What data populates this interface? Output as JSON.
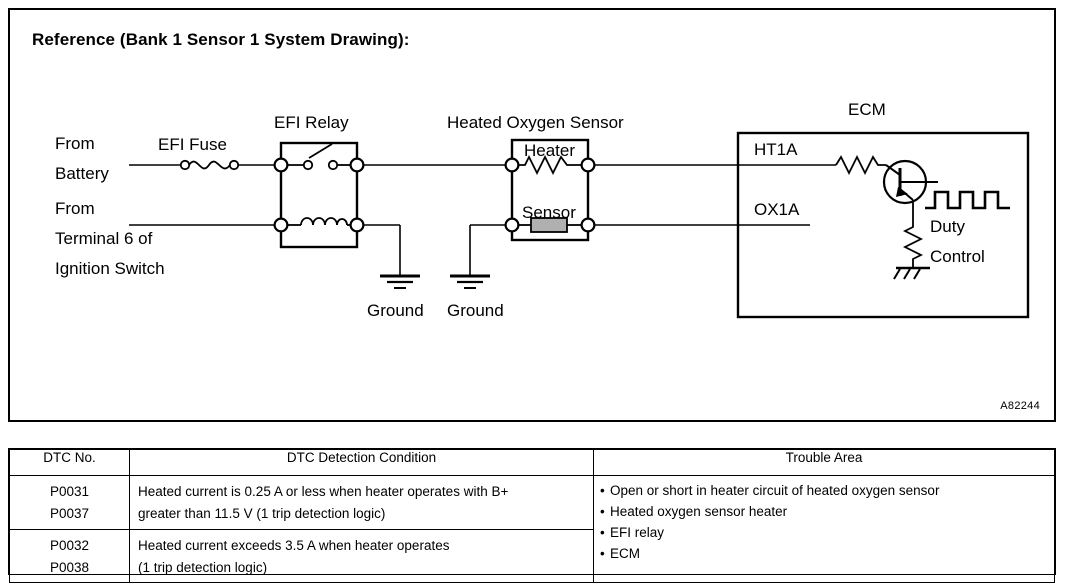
{
  "panel": {
    "title": "Reference (Bank 1 Sensor 1 System Drawing):",
    "figure_code": "A82244"
  },
  "diagram": {
    "labels": {
      "from_battery_line1": "From",
      "from_battery_line2": "Battery",
      "efi_fuse": "EFI Fuse",
      "efi_relay": "EFI Relay",
      "from_ignition_line1": "From",
      "from_ignition_line2": "Terminal 6 of",
      "from_ignition_line3": "Ignition Switch",
      "heated_oxygen_sensor": "Heated Oxygen Sensor",
      "heater": "Heater",
      "sensor": "Sensor",
      "ground_left": "Ground",
      "ground_right": "Ground",
      "ecm": "ECM",
      "ht1a": "HT1A",
      "ox1a": "OX1A",
      "duty_line1": "Duty",
      "duty_line2": "Control"
    },
    "components": [
      "efi-fuse-symbol",
      "efi-relay-box",
      "relay-switch-contact",
      "relay-coil",
      "heated-oxygen-sensor-box",
      "heater-resistor",
      "sensor-element",
      "ground-symbol-relay",
      "ground-symbol-sensor",
      "ecm-box",
      "ecm-resistor",
      "ecm-transistor",
      "ecm-pulldown-resistor",
      "ecm-chassis-ground",
      "duty-control-waveform"
    ]
  },
  "table": {
    "headers": {
      "dtc_no": "DTC No.",
      "detection_condition": "DTC Detection Condition",
      "trouble_area": "Trouble Area"
    },
    "rows": [
      {
        "dtc_codes": [
          "P0031",
          "P0037"
        ],
        "condition_lines": [
          "Heated current is 0.25 A or less when heater operates with B+",
          "greater than 11.5 V (1 trip detection logic)"
        ]
      },
      {
        "dtc_codes": [
          "P0032",
          "P0038"
        ],
        "condition_lines": [
          "Heated current exceeds 3.5 A when heater operates",
          "(1 trip detection logic)"
        ]
      }
    ],
    "trouble_area_items": [
      "Open or short in heater circuit of heated oxygen sensor",
      "Heated oxygen sensor heater",
      "EFI relay",
      "ECM"
    ]
  },
  "colors": {
    "line": "#000000",
    "background": "#ffffff",
    "sensor_element_fill": "#b0b0b0"
  }
}
